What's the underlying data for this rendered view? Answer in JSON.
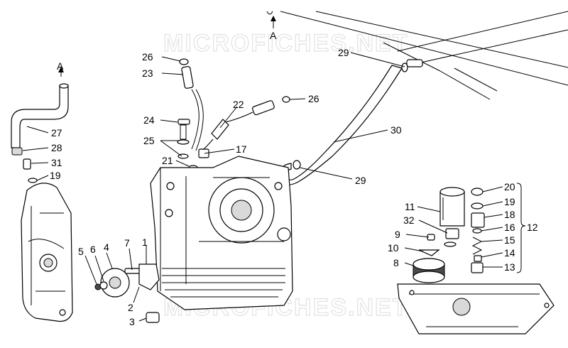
{
  "watermark": "MICROFICHES.NET",
  "arrow_label": "A",
  "labels": {
    "l1": "1",
    "l2": "2",
    "l3": "3",
    "l4": "4",
    "l5": "5",
    "l6": "6",
    "l7": "7",
    "l8": "8",
    "l9": "9",
    "l10": "10",
    "l11": "11",
    "l12": "12",
    "l13": "13",
    "l14": "14",
    "l15": "15",
    "l16": "16",
    "l17": "17",
    "l18": "18",
    "l19a": "19",
    "l19b": "19",
    "l20": "20",
    "l21": "21",
    "l22": "22",
    "l23": "23",
    "l24": "24",
    "l25": "25",
    "l26a": "26",
    "l26b": "26",
    "l27": "27",
    "l28": "28",
    "l29a": "29",
    "l29b": "29",
    "l30": "30",
    "l31": "31",
    "l32": "32"
  }
}
